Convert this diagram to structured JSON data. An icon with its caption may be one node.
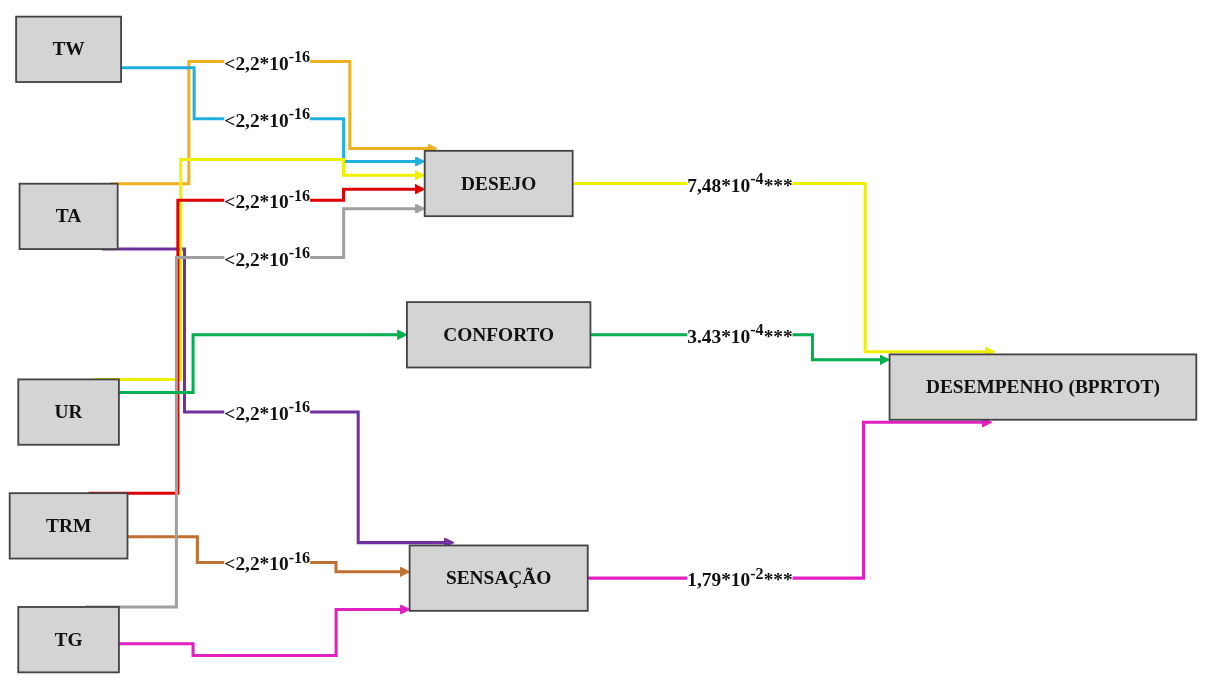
{
  "diagram": {
    "nodes": [
      {
        "text": [
          "TA"
        ]
      },
      {
        "text": [
          "TW"
        ]
      },
      {
        "text": [
          "TRM"
        ]
      },
      {
        "text": [
          "UR"
        ]
      },
      {
        "text": [
          "TG"
        ]
      },
      {
        "text": [
          "DESEJO"
        ]
      },
      {
        "text": [
          "CONFORTO"
        ]
      },
      {
        "text": [
          "SENSAÇÃO"
        ]
      },
      {
        "text": [
          "DESEMPENHO (BPRTOT)"
        ]
      }
    ],
    "edges": [
      {
        "from": 0,
        "to": 7,
        "arrow": "to",
        "label": "<2,2*10$^{-16}$",
        "color": "#7030a0"
      },
      {
        "from": 0,
        "to": 5,
        "arrow": "to",
        "label": "<2,2*10$^{-16}$",
        "color": "#f0b020"
      },
      {
        "from": 1,
        "to": 5,
        "arrow": "to",
        "label": "<2,2*10$^{-16}$",
        "color": "#20b0e0"
      },
      {
        "from": 3,
        "to": 5,
        "arrow": "to",
        "color": "#f0f000"
      },
      {
        "from": 2,
        "to": 5,
        "arrow": "to",
        "label": "<2,2*10$^{-16}$",
        "color": "#e00000"
      },
      {
        "from": 2,
        "to": 7,
        "arrow": "to",
        "label": "<2,2*10$^{-16}$",
        "color": "#c07030"
      },
      {
        "from": 4,
        "to": 5,
        "arrow": "to",
        "label": "<2,2*10$^{-16}$",
        "color": "#a0a0a0"
      },
      {
        "from": 3,
        "to": 6,
        "arrow": "to",
        "color": "#00b050"
      },
      {
        "from": 4,
        "to": 7,
        "arrow": "to",
        "color": "#e020c0"
      },
      {
        "from": 5,
        "to": 8,
        "arrow": "to",
        "label": "7,48*10$^{-4}$***",
        "color": "#f0f000"
      },
      {
        "from": 6,
        "to": 8,
        "arrow": "to",
        "label": "3.43*10$^{-4}$***",
        "color": "#00b050"
      },
      {
        "from": 7,
        "to": 8,
        "arrow": "to",
        "label": "1,79*10$^{-2}$***",
        "color": "#e020c0"
      }
    ]
  }
}
